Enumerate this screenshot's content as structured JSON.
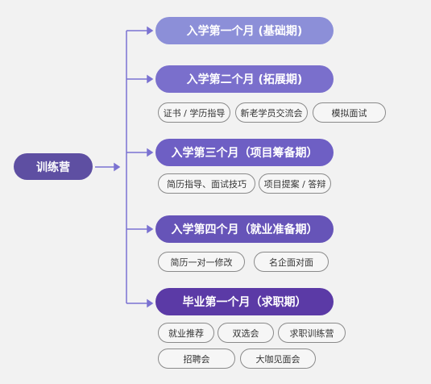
{
  "root": {
    "label": "训练营"
  },
  "stages": [
    {
      "label": "入学第一个月 (基础期)",
      "color": "#8c8fd8"
    },
    {
      "label": "入学第二个月 (拓展期)",
      "color": "#7a6fcc"
    },
    {
      "label": "入学第三个月（项目筹备期）",
      "color": "#6e5fc4"
    },
    {
      "label": "入学第四个月（就业准备期）",
      "color": "#6654b8"
    },
    {
      "label": "毕业第一个月（求职期）",
      "color": "#5b3aa6"
    }
  ],
  "tags": {
    "stage2": [
      "证书 / 学历指导",
      "新老学员交流会",
      "模拟面试"
    ],
    "stage3": [
      "简历指导、面试技巧",
      "项目提案 / 答辩"
    ],
    "stage4": [
      "简历一对一修改",
      "名企面对面"
    ],
    "stage5": [
      "就业推荐",
      "双选会",
      "求职训练营",
      "招聘会",
      "大咖见面会"
    ]
  },
  "colors": {
    "connector": "#7b72d1",
    "root": "#5e4fa2"
  }
}
